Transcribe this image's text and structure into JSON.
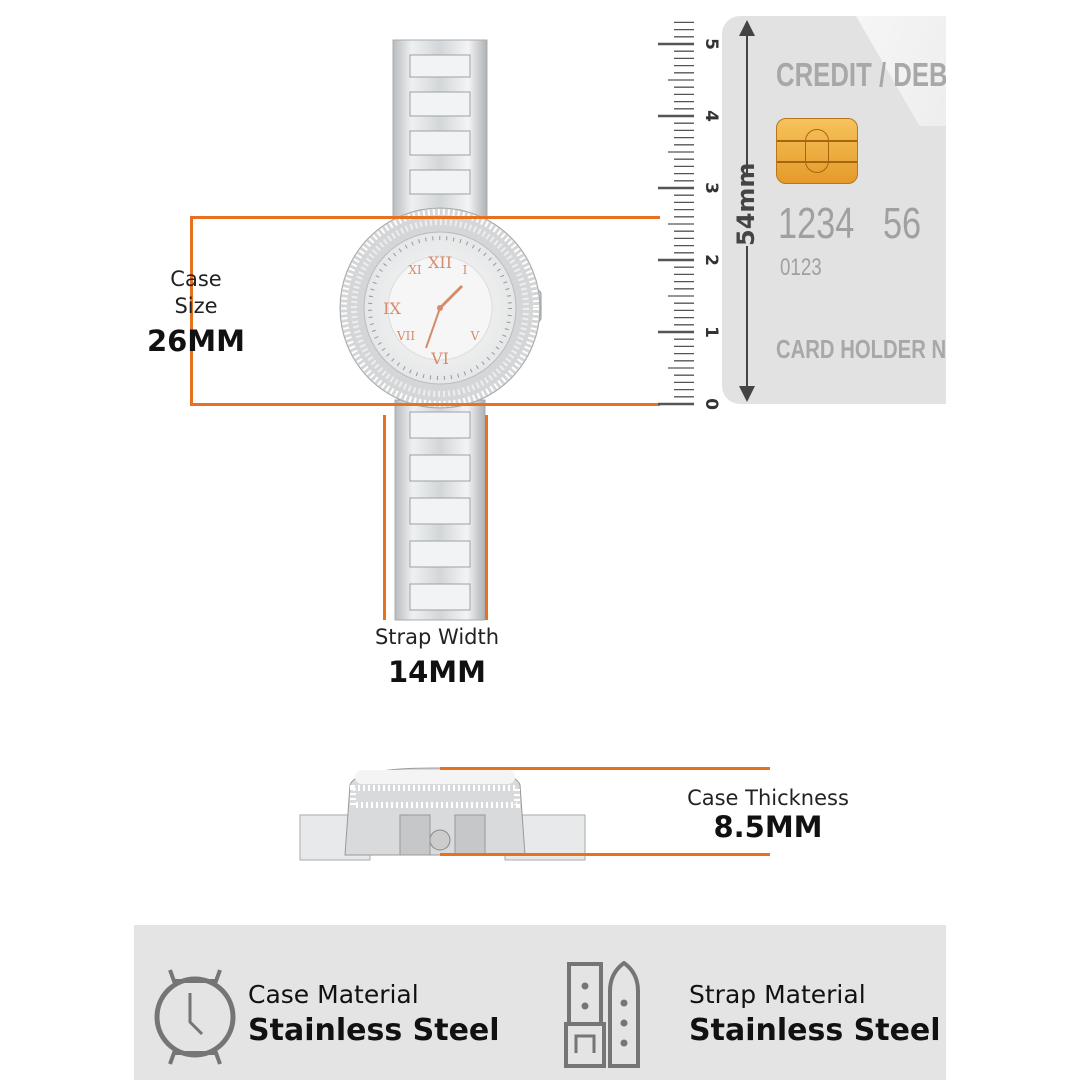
{
  "accent_color": "#e8711f",
  "case_size": {
    "label_line1": "Case",
    "label_line2": "Size",
    "value": "26MM"
  },
  "strap_width": {
    "label": "Strap Width",
    "value": "14MM"
  },
  "case_thickness": {
    "label": "Case Thickness",
    "value": "8.5MM"
  },
  "ruler": {
    "unit": "cm",
    "ticks": [
      "0",
      "1",
      "2",
      "3",
      "4",
      "5"
    ]
  },
  "card": {
    "height_label": "54mm",
    "title": "CREDIT / DEBIT C",
    "number": "1234   56",
    "small_number": "0123",
    "holder": "CARD HOLDER NAME"
  },
  "materials": [
    {
      "icon": "watch-outline-icon",
      "title": "Case Material",
      "value": "Stainless Steel"
    },
    {
      "icon": "strap-outline-icon",
      "title": "Strap Material",
      "value": "Stainless Steel"
    }
  ]
}
